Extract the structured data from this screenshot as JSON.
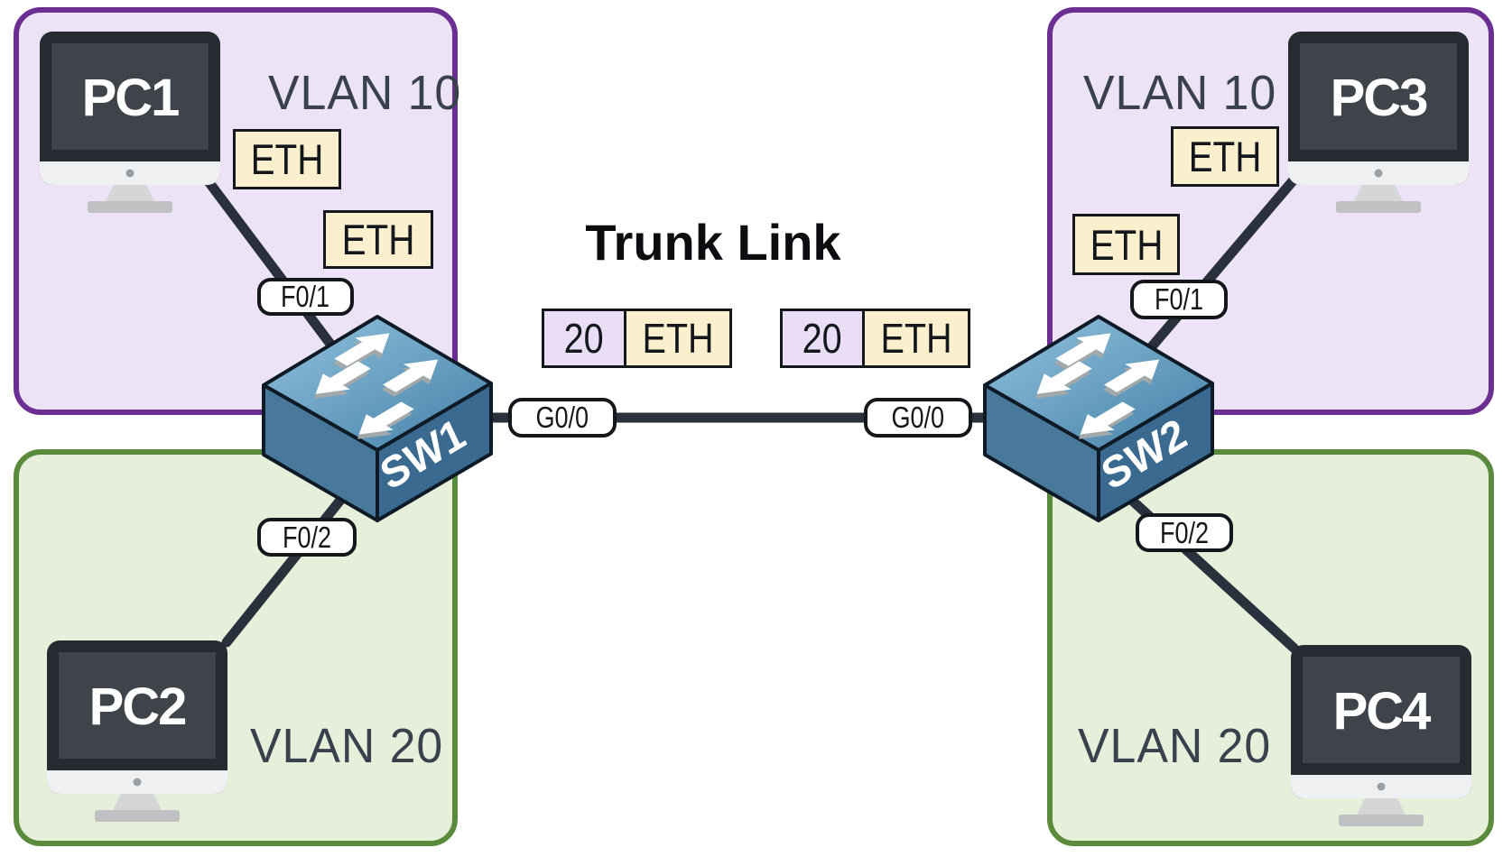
{
  "diagram_title": "Trunk Link",
  "vlan_zones": [
    {
      "id": "top-left",
      "label": "VLAN 10",
      "vlan": "10"
    },
    {
      "id": "bottom-left",
      "label": "VLAN 20",
      "vlan": "20"
    },
    {
      "id": "top-right",
      "label": "VLAN 10",
      "vlan": "10"
    },
    {
      "id": "bottom-right",
      "label": "VLAN 20",
      "vlan": "20"
    }
  ],
  "pcs": [
    {
      "name": "PC1"
    },
    {
      "name": "PC2"
    },
    {
      "name": "PC3"
    },
    {
      "name": "PC4"
    }
  ],
  "switches": [
    {
      "name": "SW1"
    },
    {
      "name": "SW2"
    }
  ],
  "port_labels": {
    "sw1_f01": "F0/1",
    "sw1_f02": "F0/2",
    "sw1_g00": "G0/0",
    "sw2_g00": "G0/0",
    "sw2_f01": "F0/1",
    "sw2_f02": "F0/2"
  },
  "eth_frame_labels": [
    "ETH",
    "ETH",
    "ETH",
    "ETH"
  ],
  "tagged_frames": [
    {
      "vlan_tag": "20",
      "frame": "ETH"
    },
    {
      "vlan_tag": "20",
      "frame": "ETH"
    }
  ],
  "colors": {
    "vlan10_fill": "#ece3f6",
    "vlan10_border": "#6b2e92",
    "vlan20_fill": "#e5efda",
    "vlan20_border": "#5a8a3b",
    "frame_eth_fill": "#faf0ce",
    "frame_tag_fill": "#e9def5",
    "link": "#2a313c",
    "switch_top": "#8ec2de",
    "switch_side": "#48799b",
    "zone_text": "#39414d"
  }
}
